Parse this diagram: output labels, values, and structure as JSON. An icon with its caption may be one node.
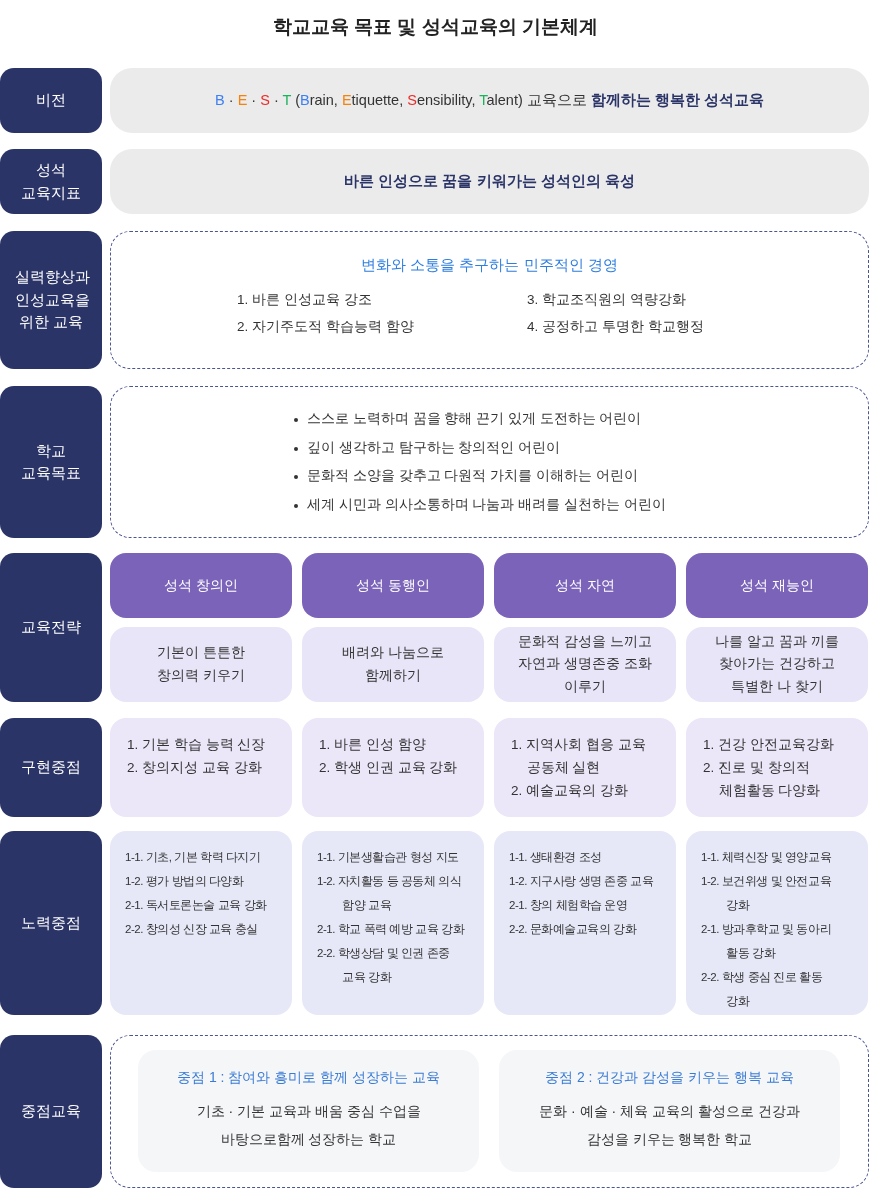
{
  "diagram": {
    "title": "학교교육 목표 및 성석교육의 기본체계",
    "nodes": [
      {
        "text": [
          "비전"
        ]
      },
      {
        "text": [
          "B · E · S · T (Brain, Etiquette, Sensibility, Talent) 교육으로 **함께하는 행복한 성석교육**"
        ]
      },
      {
        "text": [
          "성석 교육지표"
        ]
      },
      {
        "text": [
          "바른 인성으로 꿈을 키워가는 성석인의 육성"
        ]
      },
      {
        "text": [
          "실력향상과 인성교육을 위한 교육"
        ]
      },
      {
        "text": [
          "변화와 소통을 추구하는 민주적인 경영",
          "1. 바른 인성교육 강조",
          "2. 자기주도적 학습능력 함양",
          "3. 학교조직원의 역량강화",
          "4. 공정하고 투명한 학교행정"
        ]
      },
      {
        "text": [
          "학교 교육목표"
        ]
      },
      {
        "text": [
          "스스로 노력하며 꿈을 향해 끈기 있게 도전하는 어린이",
          "깊이 생각하고 탐구하는 창의적인 어린이",
          "문화적 소양을 갖추고 다원적 가치를 이해하는 어린이",
          "세계 시민과 의사소통하며 나눔과 배려를 실천하는 어린이"
        ]
      },
      {
        "text": [
          "교육전략"
        ]
      },
      {
        "text": [
          "성석 창의인"
        ]
      },
      {
        "text": [
          "성석 동행인"
        ]
      },
      {
        "text": [
          "성석 자연"
        ]
      },
      {
        "text": [
          "성석 재능인"
        ]
      },
      {
        "text": [
          "기본이 튼튼한 창의력 키우기"
        ]
      },
      {
        "text": [
          "배려와 나눔으로 함께하기"
        ]
      },
      {
        "text": [
          "문화적 감성을 느끼고 자연과 생명존중 조화 이루기"
        ]
      },
      {
        "text": [
          "나를 알고 꿈과 끼를 찾아가는 건강하고 특별한 나 찾기"
        ]
      },
      {
        "text": [
          "구현중점"
        ]
      },
      {
        "text": [
          "1. 기본 학습 능력 신장",
          "2. 창의지성 교육 강화"
        ]
      },
      {
        "text": [
          "1. 바른 인성 함양",
          "2. 학생 인권 교육 강화"
        ]
      },
      {
        "text": [
          "1. 지역사회 협응 교육 공동체 실현",
          "2. 예술교육의 강화"
        ]
      },
      {
        "text": [
          "1. 건강 안전교육강화",
          "2. 진로 및 창의적 체험활동 다양화"
        ]
      },
      {
        "text": [
          "노력중점"
        ]
      },
      {
        "text": [
          "1-1. 기초, 기본 학력 다지기",
          "1-2. 평가 방법의 다양화",
          "2-1. 독서토론논술 교육 강화",
          "2-2. 창의성 신장 교육 충실"
        ]
      },
      {
        "text": [
          "1-1. 기본생활습관 형성 지도",
          "1-2. 자치활동 등 공동체 의식 함양 교육",
          "2-1. 학교 폭력 예방 교육 강화",
          "2-2. 학생상담 및 인권 존중 교육 강화"
        ]
      },
      {
        "text": [
          "1-1. 생태환경 조성",
          "1-2. 지구사랑 생명 존중 교육",
          "2-1. 창의 체험학습 운영",
          "2-2. 문화예술교육의 강화"
        ]
      },
      {
        "text": [
          "1-1. 체력신장 및 영양교육",
          "1-2. 보건위생 및 안전교육 강화",
          "2-1. 방과후학교 및 동아리 활동 강화",
          "2-2. 학생 중심 진로 활동 강화"
        ]
      },
      {
        "text": [
          "중점교육"
        ]
      },
      {
        "text": [],
        "shape": "box"
      },
      {
        "text": [
          "중점 1 : 참여와 흥미로 함께 성장하는 교육",
          "기초 · 기본 교육과 배움 중심 수업을 바탕으로함께 성장하는 학교"
        ],
        "in": 28
      },
      {
        "text": [
          "중점 2 : 건강과 감성을 키우는 행복 교육",
          "문화 · 예술 · 체육 교육의 활성으로 건강과 감성을 키우는 행복한 학교"
        ],
        "in": 28
      }
    ]
  }
}
